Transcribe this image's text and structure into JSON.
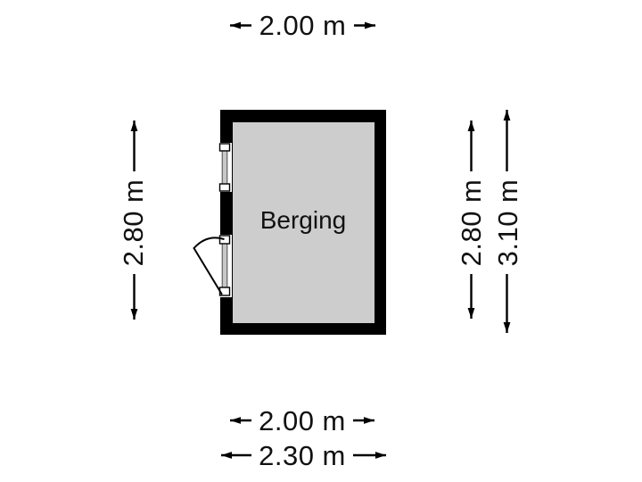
{
  "colors": {
    "background": "#ffffff",
    "wall": "#000000",
    "floor": "#cdcdcd",
    "text": "#111111",
    "label_bg": "#ffffff",
    "dim_line": "#000000",
    "frame_stroke": "#4a4a4a",
    "glass_fill": "#c8c8c8"
  },
  "room": {
    "name": "Berging"
  },
  "dimensions": {
    "top": [
      {
        "label": "2.00 m"
      }
    ],
    "left": [
      {
        "label": "2.80 m"
      }
    ],
    "right": [
      {
        "label": "2.80 m"
      },
      {
        "label": "3.10 m"
      }
    ],
    "bottom": [
      {
        "label": "2.00 m"
      },
      {
        "label": "2.30 m"
      }
    ]
  }
}
